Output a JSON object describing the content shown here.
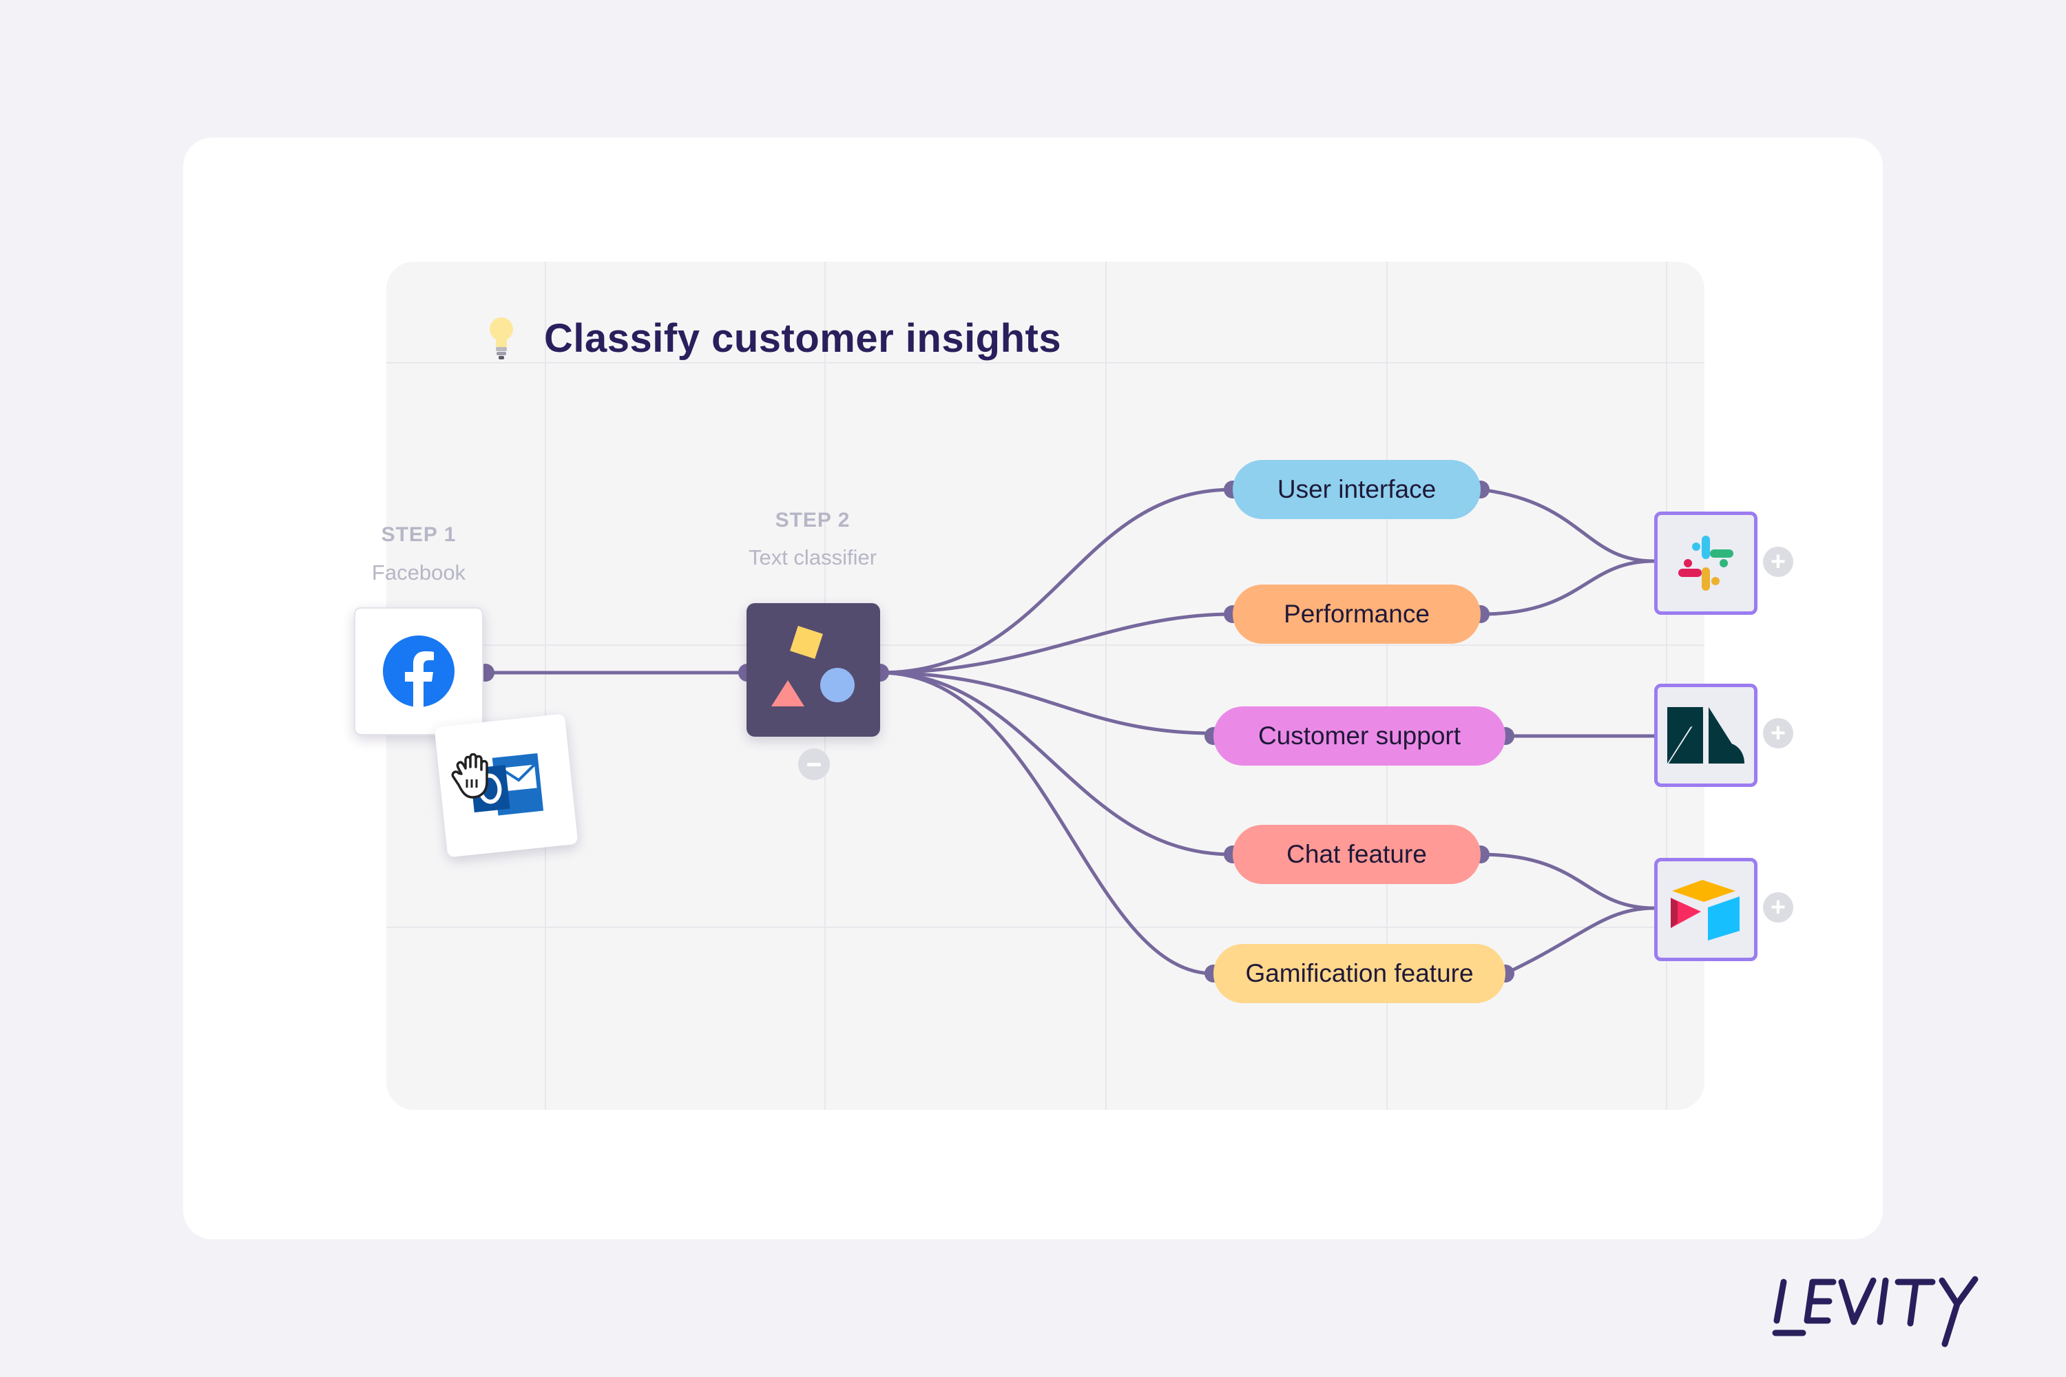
{
  "canvas": {
    "title": "Classify customer insights",
    "title_icon": "lightbulb-icon"
  },
  "step1": {
    "label": "STEP 1",
    "sublabel": "Facebook",
    "icon": "facebook-icon",
    "dragged_icon": "outlook-icon"
  },
  "step2": {
    "label": "STEP 2",
    "sublabel": "Text classifier",
    "icon": "text-classifier-icon"
  },
  "categories": [
    {
      "label": "User interface",
      "color": "#8ed0ee"
    },
    {
      "label": "Performance",
      "color": "#ffb27a"
    },
    {
      "label": "Customer support",
      "color": "#ea8ae6"
    },
    {
      "label": "Chat feature",
      "color": "#ff9a97"
    },
    {
      "label": "Gamification feature",
      "color": "#ffd88c"
    }
  ],
  "destinations": [
    {
      "icon": "slack-icon"
    },
    {
      "icon": "zendesk-icon"
    },
    {
      "icon": "airtable-icon"
    }
  ],
  "colors": {
    "wire": "#76689c",
    "accent": "#9b7cf0",
    "title": "#2a1f5c",
    "classifier_bg": "#544c6e"
  },
  "brand": {
    "logo": "LEVITY"
  }
}
